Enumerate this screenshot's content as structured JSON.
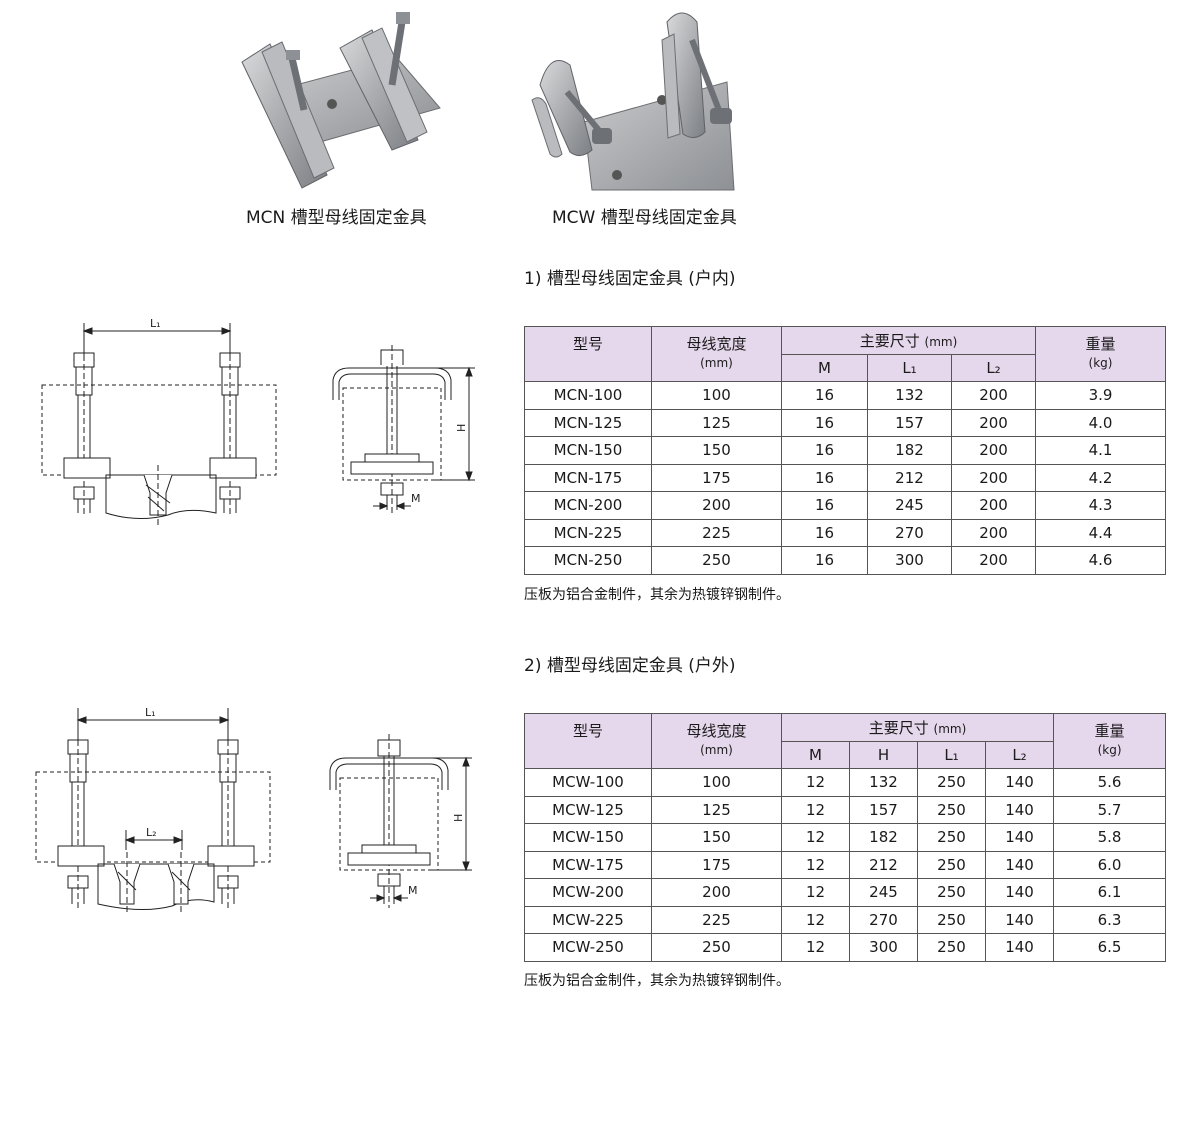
{
  "photos": [
    {
      "caption": "MCN 槽型母线固定金具"
    },
    {
      "caption": "MCW 槽型母线固定金具"
    }
  ],
  "drawing_labels": {
    "l1": "L₁",
    "l2": "L₂",
    "h": "H",
    "m": "M"
  },
  "section1": {
    "title": "1) 槽型母线固定金具 (户内)",
    "headers": {
      "model": "型号",
      "width": "母线宽度",
      "width_unit": "(mm)",
      "dims": "主要尺寸",
      "dims_unit": "(mm)",
      "weight": "重量",
      "weight_unit": "(kg)",
      "m": "M",
      "l1": "L₁",
      "l2": "L₂"
    },
    "rows": [
      {
        "model": "MCN-100",
        "width": "100",
        "m": "16",
        "l1": "132",
        "l2": "200",
        "weight": "3.9"
      },
      {
        "model": "MCN-125",
        "width": "125",
        "m": "16",
        "l1": "157",
        "l2": "200",
        "weight": "4.0"
      },
      {
        "model": "MCN-150",
        "width": "150",
        "m": "16",
        "l1": "182",
        "l2": "200",
        "weight": "4.1"
      },
      {
        "model": "MCN-175",
        "width": "175",
        "m": "16",
        "l1": "212",
        "l2": "200",
        "weight": "4.2"
      },
      {
        "model": "MCN-200",
        "width": "200",
        "m": "16",
        "l1": "245",
        "l2": "200",
        "weight": "4.3"
      },
      {
        "model": "MCN-225",
        "width": "225",
        "m": "16",
        "l1": "270",
        "l2": "200",
        "weight": "4.4"
      },
      {
        "model": "MCN-250",
        "width": "250",
        "m": "16",
        "l1": "300",
        "l2": "200",
        "weight": "4.6"
      }
    ],
    "note": "压板为铝合金制件，其余为热镀锌钢制件。"
  },
  "section2": {
    "title": "2) 槽型母线固定金具 (户外)",
    "headers": {
      "model": "型号",
      "width": "母线宽度",
      "width_unit": "(mm)",
      "dims": "主要尺寸",
      "dims_unit": "(mm)",
      "weight": "重量",
      "weight_unit": "(kg)",
      "m": "M",
      "h": "H",
      "l1": "L₁",
      "l2": "L₂"
    },
    "rows": [
      {
        "model": "MCW-100",
        "width": "100",
        "m": "12",
        "h": "132",
        "l1": "250",
        "l2": "140",
        "weight": "5.6"
      },
      {
        "model": "MCW-125",
        "width": "125",
        "m": "12",
        "h": "157",
        "l1": "250",
        "l2": "140",
        "weight": "5.7"
      },
      {
        "model": "MCW-150",
        "width": "150",
        "m": "12",
        "h": "182",
        "l1": "250",
        "l2": "140",
        "weight": "5.8"
      },
      {
        "model": "MCW-175",
        "width": "175",
        "m": "12",
        "h": "212",
        "l1": "250",
        "l2": "140",
        "weight": "6.0"
      },
      {
        "model": "MCW-200",
        "width": "200",
        "m": "12",
        "h": "245",
        "l1": "250",
        "l2": "140",
        "weight": "6.1"
      },
      {
        "model": "MCW-225",
        "width": "225",
        "m": "12",
        "h": "270",
        "l1": "250",
        "l2": "140",
        "weight": "6.3"
      },
      {
        "model": "MCW-250",
        "width": "250",
        "m": "12",
        "h": "300",
        "l1": "250",
        "l2": "140",
        "weight": "6.5"
      }
    ],
    "note": "压板为铝合金制件，其余为热镀锌钢制件。"
  }
}
